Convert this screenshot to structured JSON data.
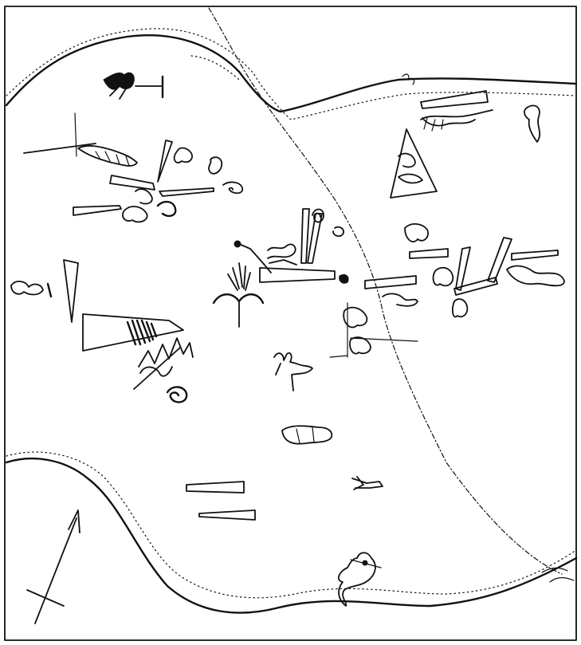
{
  "map": {
    "ink_color": "#111111",
    "paper_color": "#ffffff",
    "features": [
      "north-arrow",
      "river-north",
      "river-south",
      "pan-american-highway",
      "geoglyph-trapezoids",
      "geoglyph-triangles",
      "geoglyph-figures"
    ]
  }
}
